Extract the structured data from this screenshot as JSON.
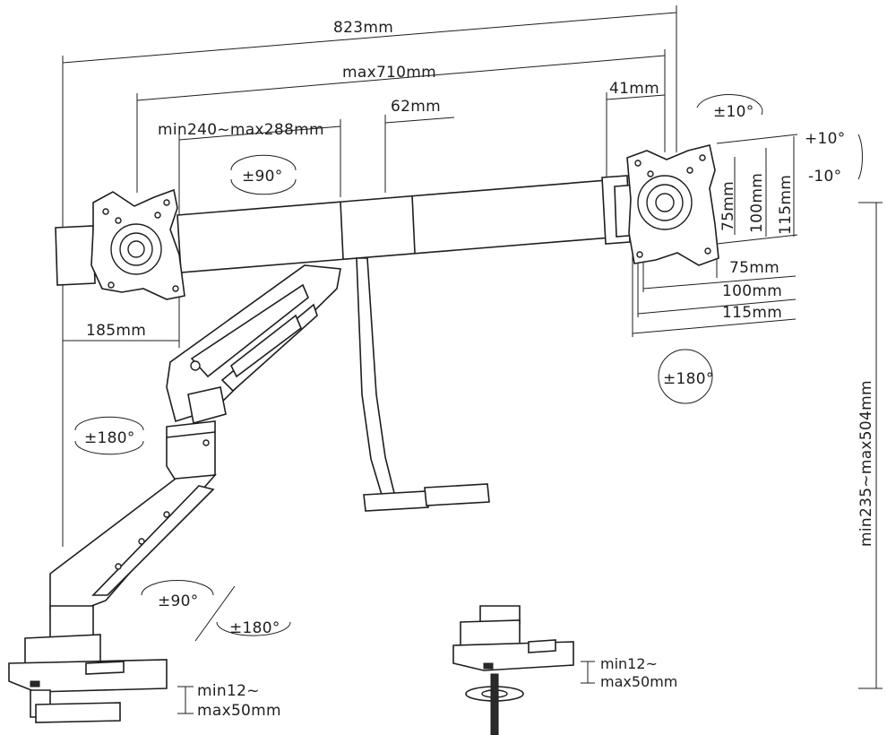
{
  "labels": {
    "total_width": "823mm",
    "arm_span": "max710mm",
    "bar_length": "min240~max288mm",
    "center_block": "62mm",
    "bracket_offset": "41mm",
    "arm_offset": "185mm",
    "rot_tilt_small": "±10°",
    "tilt_plus": "+10°",
    "tilt_minus": "-10°",
    "rot_bar": "±90°",
    "rot_head_right": "±180°",
    "rot_arm_left": "±180°",
    "rot_base_90": "±90°",
    "rot_base_180": "±180°",
    "vesa_75_v": "75mm",
    "vesa_100_v": "100mm",
    "vesa_115_v": "115mm",
    "vesa_75_h": "75mm",
    "vesa_100_h": "100mm",
    "vesa_115_h": "115mm",
    "height_range": "min235~max504mm",
    "clamp_left_1": "min12~",
    "clamp_left_2": "max50mm",
    "grommet_1": "min12~",
    "grommet_2": "max50mm"
  }
}
